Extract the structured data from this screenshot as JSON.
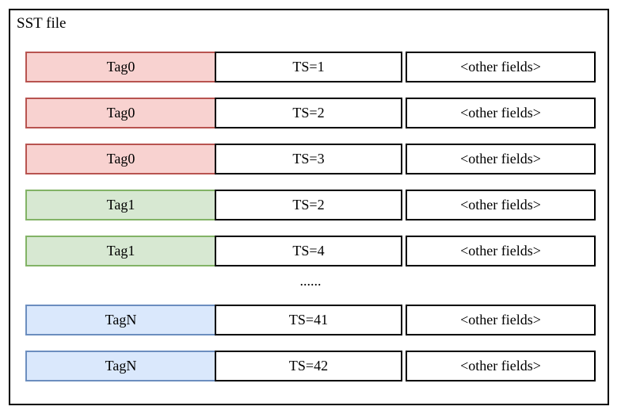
{
  "diagram": {
    "container_label": "SST file",
    "columns": [
      "tag",
      "timestamp",
      "other"
    ],
    "accent_colors": {
      "red_fill": "#f8d2d0",
      "red_stroke": "#b85450",
      "green_fill": "#d7e8d2",
      "green_stroke": "#82b366",
      "blue_fill": "#dae8fc",
      "blue_stroke": "#6c8ebf",
      "outline": "#000000",
      "background": "#ffffff"
    },
    "ellipsis": "......",
    "rows": [
      {
        "tag": "Tag0",
        "ts": "TS=1",
        "other": "<other fields>",
        "color": "red"
      },
      {
        "tag": "Tag0",
        "ts": "TS=2",
        "other": "<other fields>",
        "color": "red"
      },
      {
        "tag": "Tag0",
        "ts": "TS=3",
        "other": "<other fields>",
        "color": "red"
      },
      {
        "tag": "Tag1",
        "ts": "TS=2",
        "other": "<other fields>",
        "color": "green"
      },
      {
        "tag": "Tag1",
        "ts": "TS=4",
        "other": "<other fields>",
        "color": "green"
      },
      {
        "tag": "TagN",
        "ts": "TS=41",
        "other": "<other fields>",
        "color": "blue"
      },
      {
        "tag": "TagN",
        "ts": "TS=42",
        "other": "<other fields>",
        "color": "blue"
      }
    ]
  }
}
